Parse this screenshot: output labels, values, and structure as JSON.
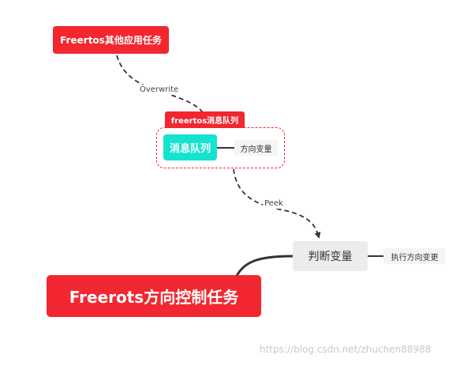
{
  "nodes": {
    "other_task": "Freertos其他应用任务",
    "queue_boundary_label": "freertos消息队列",
    "queue": "消息队列",
    "direction_variable": "方向变量",
    "judge_variable": "判断变量",
    "execute_change": "执行方向变更",
    "direction_control_task": "Freerots方向控制任务"
  },
  "edges": {
    "overwrite": "Overwrite",
    "peek": "Peek"
  },
  "watermark": "https://blog.csdn.net/zhuchen88988",
  "colors": {
    "red": "#f2272f",
    "teal": "#16e3cf",
    "gray": "#ececec",
    "line": "#333333"
  }
}
